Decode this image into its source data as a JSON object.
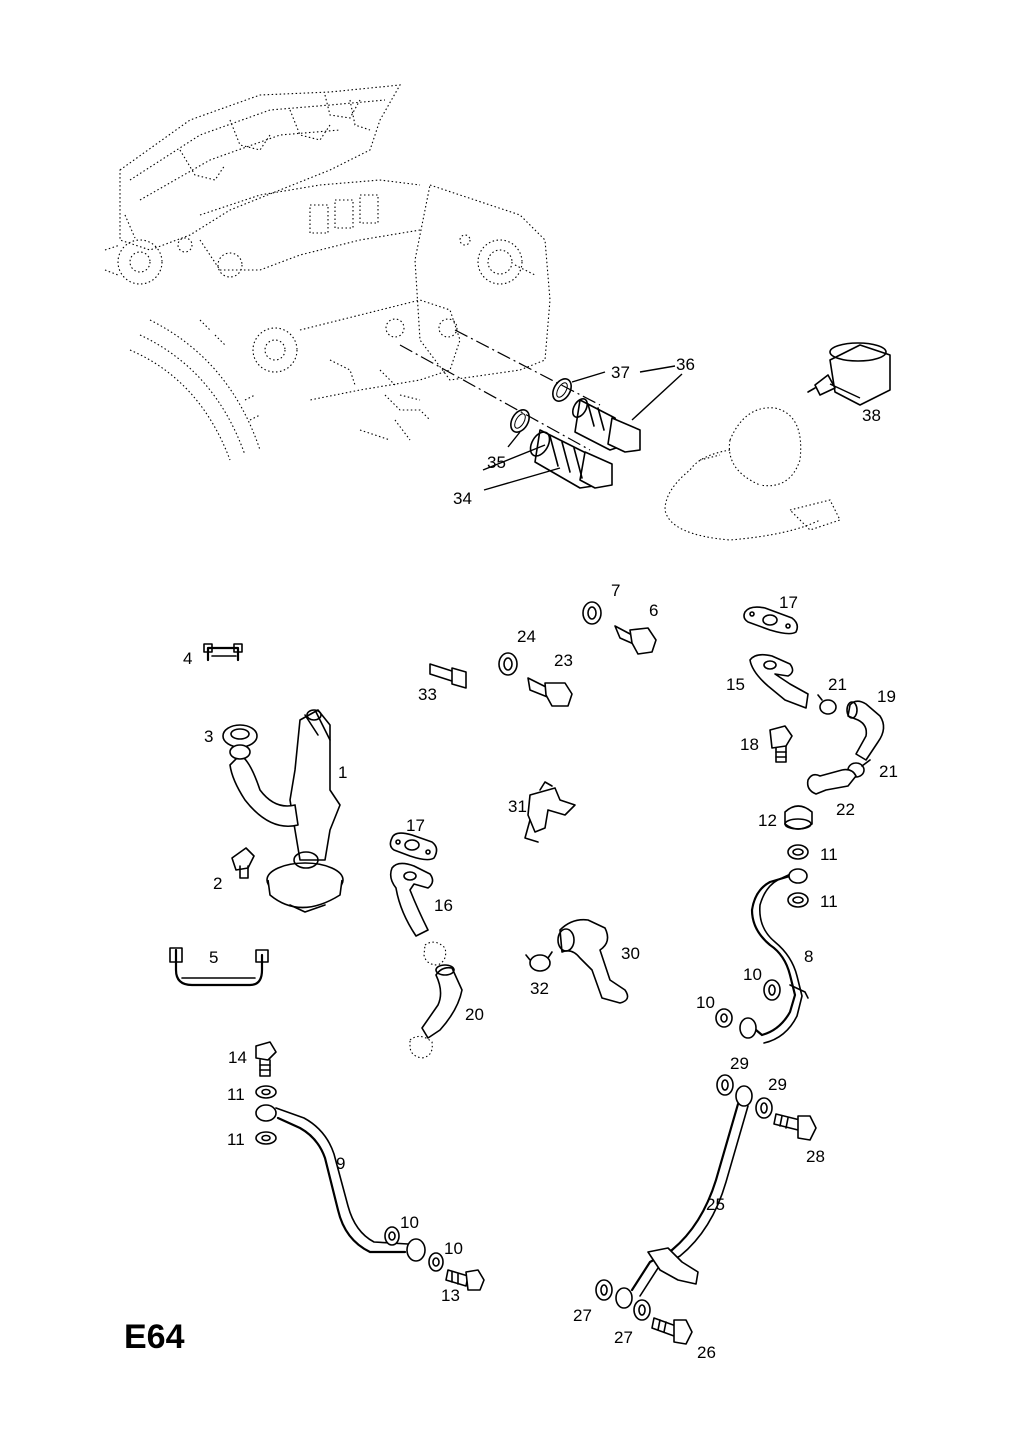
{
  "page_code": "E64",
  "labels": {
    "l1": "1",
    "l2": "2",
    "l3": "3",
    "l4": "4",
    "l5": "5",
    "l6": "6",
    "l7": "7",
    "l8": "8",
    "l9": "9",
    "l10a": "10",
    "l10b": "10",
    "l10c": "10",
    "l10d": "10",
    "l11a": "11",
    "l11b": "11",
    "l11c": "11",
    "l11d": "11",
    "l12": "12",
    "l13": "13",
    "l14": "14",
    "l15": "15",
    "l16": "16",
    "l17a": "17",
    "l17b": "17",
    "l18": "18",
    "l19": "19",
    "l20": "20",
    "l21a": "21",
    "l21b": "21",
    "l22": "22",
    "l23": "23",
    "l24": "24",
    "l25": "25",
    "l26": "26",
    "l27a": "27",
    "l27b": "27",
    "l28": "28",
    "l29a": "29",
    "l29b": "29",
    "l30": "30",
    "l31": "31",
    "l32": "32",
    "l33": "33",
    "l34": "34",
    "l35": "35",
    "l36": "36",
    "l37": "37",
    "l38": "38"
  }
}
